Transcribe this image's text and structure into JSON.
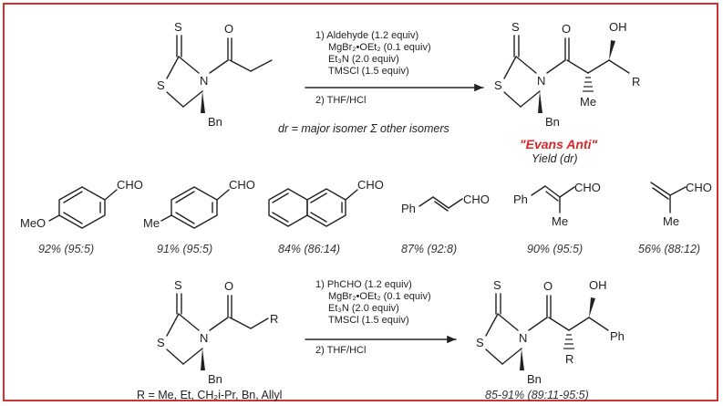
{
  "colors": {
    "frame": "#cc3333",
    "evans": "#d9262b",
    "ink": "#222222"
  },
  "scheme1": {
    "conditions": [
      "1) Aldehyde (1.2 equiv)",
      "MgBr₂•OEt₂ (0.1 equiv)",
      "Et₃N (2.0 equiv)",
      "TMSCl (1.5 equiv)"
    ],
    "step2": "2)  THF/HCl",
    "dr_note": "dr = major isomer Σ other isomers",
    "evans": "\"Evans Anti\"",
    "yield_dr": "Yield (dr)",
    "substituent_product": "R",
    "me_label": "Me",
    "bn_label": "Bn"
  },
  "aldehydes": [
    {
      "prefix": "MeO",
      "yield": "92% (95:5)"
    },
    {
      "prefix": "Me",
      "yield": "91% (95:5)"
    },
    {
      "prefix": "",
      "yield": "84% (86:14)"
    },
    {
      "prefix": "Ph",
      "yield": "87% (92:8)"
    },
    {
      "prefix": "Ph",
      "yield": "90% (95:5)"
    },
    {
      "prefix": "",
      "yield": "56% (88:12)"
    }
  ],
  "cho": "CHO",
  "me_sub": "Me",
  "scheme2": {
    "conditions": [
      "1) PhCHO (1.2 equiv)",
      "MgBr₂•OEt₂ (0.1 equiv)",
      "Et₃N (2.0 equiv)",
      "TMSCl (1.5 equiv)"
    ],
    "step2": "2)  THF/HCl",
    "r_list": "R = Me, Et, CH₂i-Pr, Bn, Allyl",
    "yield_range": "85-91% (89:11-95:5)",
    "r_label": "R",
    "ph_label": "Ph"
  },
  "atoms": {
    "S": "S",
    "N": "N",
    "O": "O",
    "OH": "OH"
  }
}
